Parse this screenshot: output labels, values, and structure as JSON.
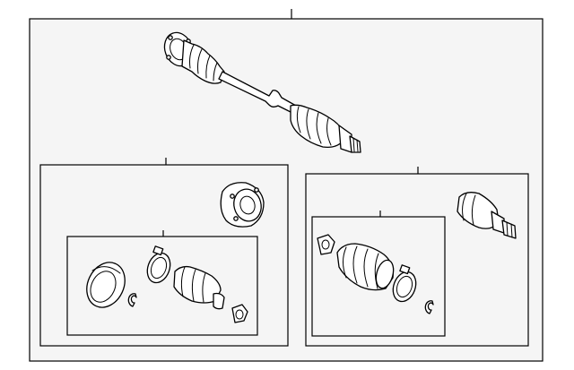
{
  "diagram": {
    "colors": {
      "line": "#000000",
      "panel": "#f5f5f5",
      "background": "#ffffff"
    },
    "groups": [
      {
        "id": "axle-assembly",
        "components": [
          "shaft",
          "outer-cv-joint",
          "inner-cv-joint"
        ]
      },
      {
        "id": "outer-joint-kit",
        "components": [
          "flange-joint",
          "boot-kit"
        ]
      },
      {
        "id": "inner-joint-kit",
        "components": [
          "cv-joint",
          "boot-kit"
        ]
      }
    ]
  }
}
